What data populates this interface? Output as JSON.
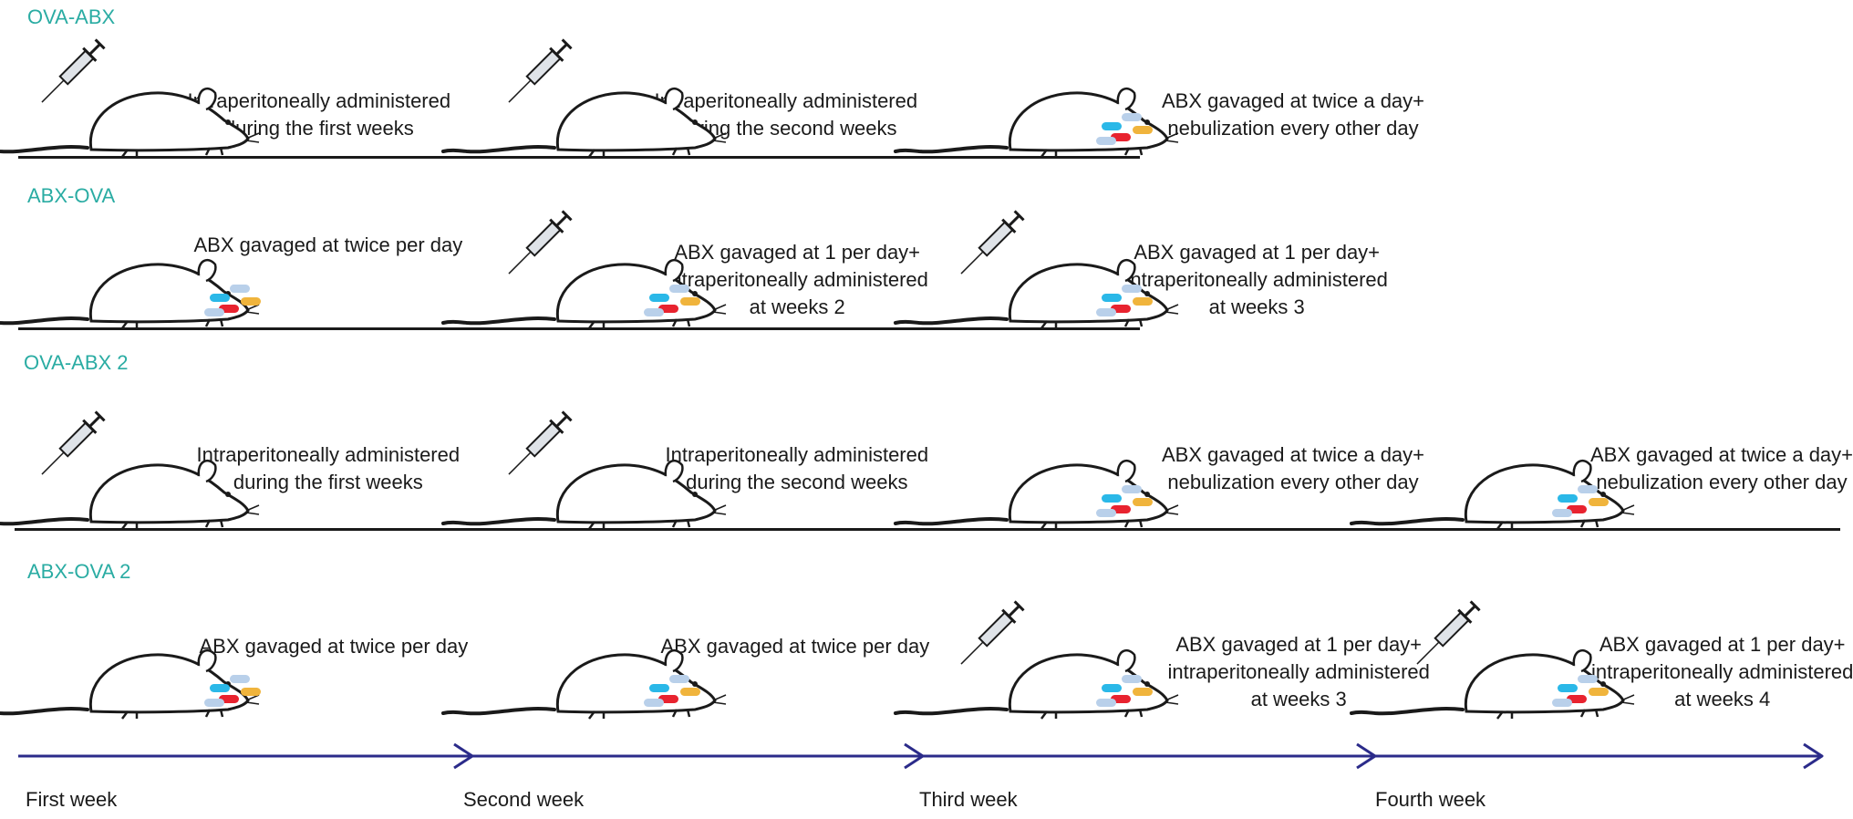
{
  "colors": {
    "accent": "#2aaca3",
    "timeline": "#2b2b8a",
    "ink": "#1a1a1a",
    "pill_red": "#e8232f",
    "pill_blue": "#2ab8e8",
    "pill_light": "#b9d0ea",
    "pill_yellow": "#f0b43c"
  },
  "rows": [
    {
      "label": "OVA-ABX",
      "steps": [
        {
          "icon": "syringe-rat",
          "lines": [
            "Intraperitoneally administered",
            "during the first weeks"
          ]
        },
        {
          "icon": "syringe-rat",
          "lines": [
            "Intraperitoneally administered",
            "during the second weeks"
          ]
        },
        {
          "icon": "pill-rat",
          "lines": [
            "ABX gavaged at twice a day+",
            "nebulization every other day"
          ]
        }
      ]
    },
    {
      "label": "ABX-OVA",
      "steps": [
        {
          "icon": "pill-rat",
          "lines": [
            "ABX gavaged at twice per day"
          ]
        },
        {
          "icon": "syringe-pill-rat",
          "lines": [
            "ABX gavaged at 1 per day+",
            "intraperitoneally administered",
            "at weeks 2"
          ]
        },
        {
          "icon": "syringe-pill-rat",
          "lines": [
            "ABX gavaged at 1 per day+",
            "intraperitoneally administered",
            "at weeks 3"
          ]
        }
      ]
    },
    {
      "label": "OVA-ABX 2",
      "steps": [
        {
          "icon": "syringe-rat",
          "lines": [
            "Intraperitoneally administered",
            "during the first weeks"
          ]
        },
        {
          "icon": "syringe-rat",
          "lines": [
            "Intraperitoneally administered",
            "during the second weeks"
          ]
        },
        {
          "icon": "pill-rat",
          "lines": [
            "ABX gavaged at twice a day+",
            "nebulization every other day"
          ]
        },
        {
          "icon": "pill-rat",
          "lines": [
            "ABX gavaged at twice a day+",
            "nebulization every other day"
          ]
        }
      ]
    },
    {
      "label": "ABX-OVA 2",
      "steps": [
        {
          "icon": "pill-rat",
          "lines": [
            "ABX gavaged at twice per day"
          ]
        },
        {
          "icon": "pill-rat",
          "lines": [
            "ABX gavaged at twice per day"
          ]
        },
        {
          "icon": "syringe-pill-rat",
          "lines": [
            "ABX gavaged at 1 per day+",
            "intraperitoneally administered",
            "at weeks 3"
          ]
        },
        {
          "icon": "syringe-pill-rat",
          "lines": [
            "ABX gavaged at 1 per day+",
            "intraperitoneally administered",
            "at weeks 4"
          ]
        }
      ]
    }
  ],
  "timeline": {
    "weeks": [
      "First week",
      "Second week",
      "Third week",
      "Fourth week"
    ]
  }
}
